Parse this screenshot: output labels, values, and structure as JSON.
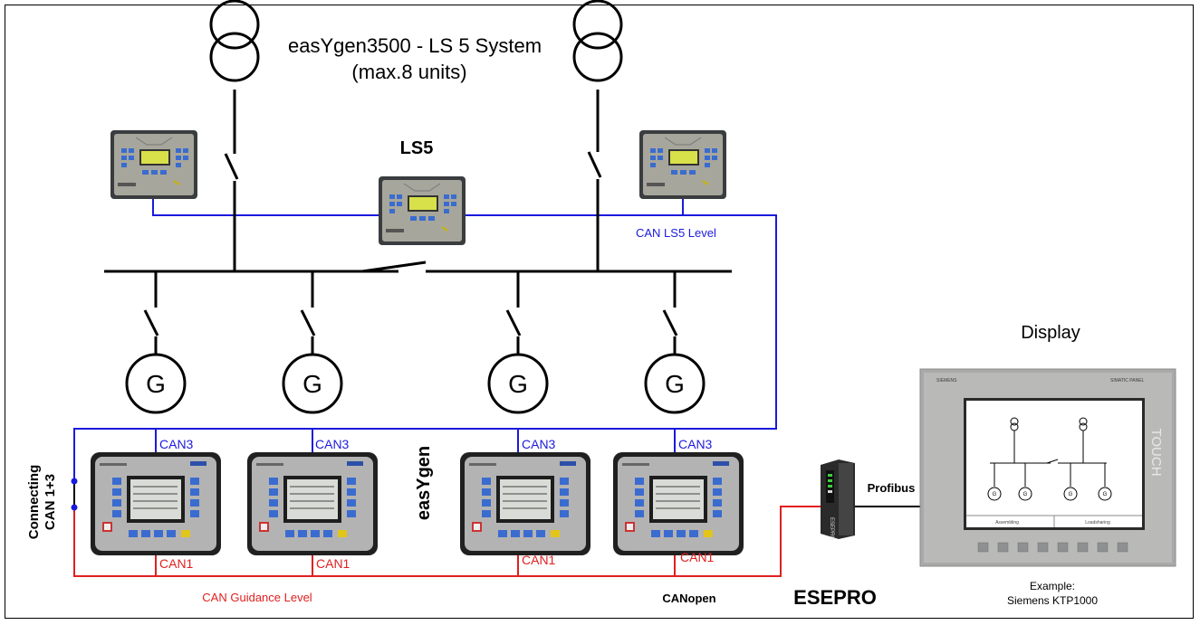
{
  "title": {
    "line1": "easYgen3500 - LS 5 System",
    "line2": "(max.8 units)"
  },
  "ls5_label": "LS5",
  "can_ls5_level": "CAN LS5 Level",
  "can3_labels": [
    "CAN3",
    "CAN3",
    "CAN3",
    "CAN3"
  ],
  "can1_labels": [
    "CAN1",
    "CAN1",
    "CAN1",
    "CAN1"
  ],
  "generator_symbol": "G",
  "easygen_label": "easYgen",
  "connecting_label": {
    "line1": "Connecting",
    "line2": "CAN 1+3"
  },
  "can_guidance_level": "CAN Guidance Level",
  "canopen_label": "CANopen",
  "esepro_label": "ESEPRO",
  "profibus_label": "Profibus",
  "display_label": "Display",
  "example_label": {
    "line1": "Example:",
    "line2": "Siemens KTP1000"
  },
  "panel": {
    "brand_left": "SIEMENS",
    "brand_right": "SIMATIC PANEL",
    "touch": "TOUCH",
    "footer_left": "Assembling",
    "footer_right": "Loadsharing",
    "generator_symbol": "G"
  },
  "esepro_device_text": "ESEPRO",
  "colors": {
    "can3": "#1a1adc",
    "can1": "#e02020",
    "device_green": "#b8d44a"
  },
  "icons": [
    "transformer-icon",
    "circuit-breaker-icon",
    "generator-icon",
    "ls5-controller-icon",
    "easygen-controller-icon",
    "gateway-device-icon",
    "touch-panel-icon"
  ]
}
